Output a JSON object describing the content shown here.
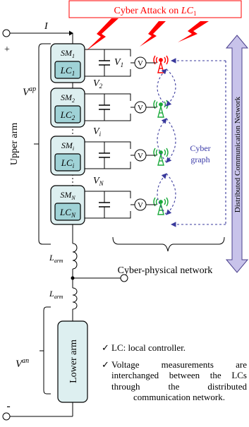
{
  "attack": {
    "prefix": "Cyber Attack on ",
    "var": "LC",
    "sub": "1",
    "color": "#ff0000"
  },
  "current_label": "I",
  "plus_sign": "+",
  "minus_sign": "-",
  "upper_voltage": {
    "base": "V",
    "sup": "ap"
  },
  "lower_voltage": {
    "base": "V",
    "sup": "an"
  },
  "upper_arm_label": "Upper arm",
  "lower_arm_label": "Lower arm",
  "inductor_label": {
    "base": "L",
    "sub": "arm"
  },
  "submodules": [
    {
      "sm": "SM",
      "lc": "LC",
      "sub": "1",
      "v": "V",
      "vsub": "1",
      "meter": "V",
      "antenna": "red"
    },
    {
      "sm": "SM",
      "lc": "LC",
      "sub": "2",
      "v": "V",
      "vsub": "2",
      "meter": "V",
      "antenna": "green"
    },
    {
      "sm": "SM",
      "lc": "LC",
      "sub": "i",
      "v": "V",
      "vsub": "i",
      "meter": "V",
      "antenna": "green"
    },
    {
      "sm": "SM",
      "lc": "LC",
      "sub": "N",
      "v": "V",
      "vsub": "N",
      "meter": "V",
      "antenna": "green"
    }
  ],
  "cyber_graph_label": [
    "Cyber",
    "graph"
  ],
  "comm_network_label": "Distributed Communication Network",
  "cyber_physical_label": "Cyber-physical network",
  "notes": [
    {
      "mark": "✓",
      "text": "LC: local controller."
    },
    {
      "mark": "✓",
      "text": "Voltage measurements are interchanged between the LCs through the distributed communication network."
    }
  ],
  "colors": {
    "module_fill": "#ddeff0",
    "lc_fill": "#9fd2d6",
    "arrow_fill": "#c8c3ea",
    "arrow_stroke": "#4a3f8c",
    "cyber_link": "#3a3a9c",
    "cyber_text": "#3a3aa8",
    "red": "#ff0000",
    "green": "#1aaa3a"
  }
}
